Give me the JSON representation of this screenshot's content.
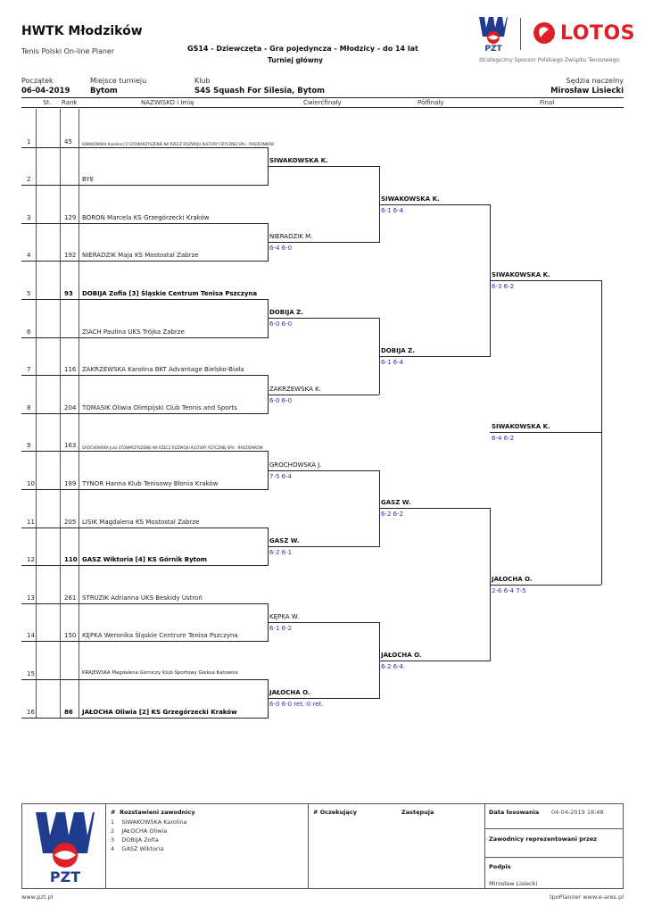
{
  "header": {
    "title": "HWTK Młodzików",
    "subtitle": "Tenis Polski On-line Planer",
    "event_code": "GS14",
    "event_desc": " - Dziewczęta - Gra pojedyncza - Młodzicy - do 14 lat",
    "draw_type": "Turniej główny",
    "sponsor_name": "LOTOS",
    "sponsor_tagline": "Strategiczny Sponsor Polskiego Związku Tenisowego",
    "logo_text": "PZT"
  },
  "info": {
    "start_label": "Początek",
    "start_value": "06-04-2019",
    "place_label": "Miejsce turnieju",
    "place_value": "Bytom",
    "club_label": "Klub",
    "club_value": "S4S Squash For Silesia, Bytom",
    "referee_label": "Sędzia naczelny",
    "referee_value": "Mirosław Lisiecki"
  },
  "columns": {
    "st": "St.",
    "rank": "Rank",
    "name": "NAZWISKO i Imię",
    "qf": "Ćwierćfinały",
    "sf": "Półfinały",
    "f": "Finał"
  },
  "entries": [
    {
      "no": "1",
      "rank": "45",
      "text": "SIWAKOWSKA Karolina [1] STOWARZYSZENIE NA RZECZ ROZWOJU KULTURY FIZYCZNEJ SPU - RADZIONKÓW",
      "tiny": true,
      "bold": false
    },
    {
      "no": "2",
      "rank": "",
      "text": "BYE",
      "tiny": false,
      "bold": false
    },
    {
      "no": "3",
      "rank": "129",
      "text": "BOROŃ Marcela  KS Grzegórzecki Kraków",
      "tiny": false,
      "bold": false
    },
    {
      "no": "4",
      "rank": "192",
      "text": "NIERADZIK Maja KS Mostostal Zabrze",
      "tiny": false,
      "bold": false
    },
    {
      "no": "5",
      "rank": "93",
      "text": "DOBIJA Zofia  [3] Śląskie Centrum Tenisa Pszczyna",
      "tiny": false,
      "bold": true
    },
    {
      "no": "6",
      "rank": "",
      "text": "ZIACH Paulina UKS Trójka Zabrze",
      "tiny": false,
      "bold": false
    },
    {
      "no": "7",
      "rank": "116",
      "text": "ZAKRZEWSKA Karolina BKT Advantage Bielsko-Biała",
      "tiny": false,
      "bold": false
    },
    {
      "no": "8",
      "rank": "204",
      "text": "TOMASIK Oliwia Olimpijski Club Tennis and Sports",
      "tiny": false,
      "bold": false
    },
    {
      "no": "9",
      "rank": "163",
      "text": "GROCHOWSKA Julia STOWARZYSZENIE NA RZECZ ROZWOJU KULTURY FIZYCZNEJ SPU - RADZIONKÓW",
      "tiny": true,
      "bold": false
    },
    {
      "no": "10",
      "rank": "189",
      "text": "TYNOR Hanna Klub Tenisowy Błonia Kraków",
      "tiny": false,
      "bold": false
    },
    {
      "no": "11",
      "rank": "205",
      "text": "LISIK Magdalena KS Mostostal Zabrze",
      "tiny": false,
      "bold": false
    },
    {
      "no": "12",
      "rank": "110",
      "text": "GASZ Wiktoria [4] KS Górnik Bytom",
      "tiny": false,
      "bold": true
    },
    {
      "no": "13",
      "rank": "261",
      "text": "STRUZIK Adrianna UKS Beskidy Ustroń",
      "tiny": false,
      "bold": false
    },
    {
      "no": "14",
      "rank": "150",
      "text": "KĘPKA Weronika Śląskie Centrum Tenisa Pszczyna",
      "tiny": false,
      "bold": false
    },
    {
      "no": "15",
      "rank": "",
      "text": "KRAJEWSKA Magdalena Górniczy Klub Sportowy Gieksa Katowice",
      "tiny": false,
      "bold": false,
      "smallish": true
    },
    {
      "no": "16",
      "rank": "86",
      "text": "JAŁOCHA Oliwia [2] KS Grzegórzecki Kraków",
      "tiny": false,
      "bold": true
    }
  ],
  "qf": [
    {
      "name": "SIWAKOWSKA K.",
      "score": "",
      "bold": true
    },
    {
      "name": "NIERADZIK M.",
      "score": "6-4 6-0",
      "bold": false
    },
    {
      "name": "DOBIJA Z.",
      "score": "6-0 6-0",
      "bold": true
    },
    {
      "name": "ZAKRZEWSKA K.",
      "score": "6-0 6-0",
      "bold": false
    },
    {
      "name": "GROCHOWSKA J.",
      "score": "7-5 6-4",
      "bold": false
    },
    {
      "name": "GASZ W.",
      "score": "6-2 6-1",
      "bold": true
    },
    {
      "name": "KĘPKA W.",
      "score": "6-1 6-2",
      "bold": false
    },
    {
      "name": "JAŁOCHA O.",
      "score": "6-0 6-0 ret.-0 ret.",
      "bold": true
    }
  ],
  "sf": [
    {
      "name": "SIWAKOWSKA K.",
      "score": "6-1 6-4"
    },
    {
      "name": "DOBIJA Z.",
      "score": "6-1 6-4"
    },
    {
      "name": "GASZ W.",
      "score": "6-2 6-2"
    },
    {
      "name": "JAŁOCHA O.",
      "score": "6-2 6-4"
    }
  ],
  "f": [
    {
      "name": "SIWAKOWSKA K.",
      "score": "6-3 6-2"
    },
    {
      "name": "JAŁOCHA O.",
      "score": "2-6 6-4 7-5"
    }
  ],
  "champion": {
    "name": "SIWAKOWSKA K.",
    "score": "6-4 6-2"
  },
  "footer": {
    "seeded_title": "Rozstawieni zawodnicy",
    "hash": "#",
    "seeds": [
      {
        "no": "1",
        "name": "SIWAKOWSKA Karolina"
      },
      {
        "no": "2",
        "name": "JAŁOCHA Oliwia"
      },
      {
        "no": "3",
        "name": "DOBIJA Zofia"
      },
      {
        "no": "4",
        "name": "GASZ Wiktoria"
      }
    ],
    "waiting_title": "Oczekujący",
    "replaces_title": "Zastępuja",
    "draw_date_label": "Data losowania",
    "draw_date_value": "04-04-2019 18:48",
    "represented_label": "Zawodnicy reprezentowani przez",
    "signature_label": "Podpis",
    "signature_value": "Mirosław Lisiecki",
    "left_url": "www.pzt.pl",
    "right_url": "tpoPlanner www.e-ares.pl"
  }
}
